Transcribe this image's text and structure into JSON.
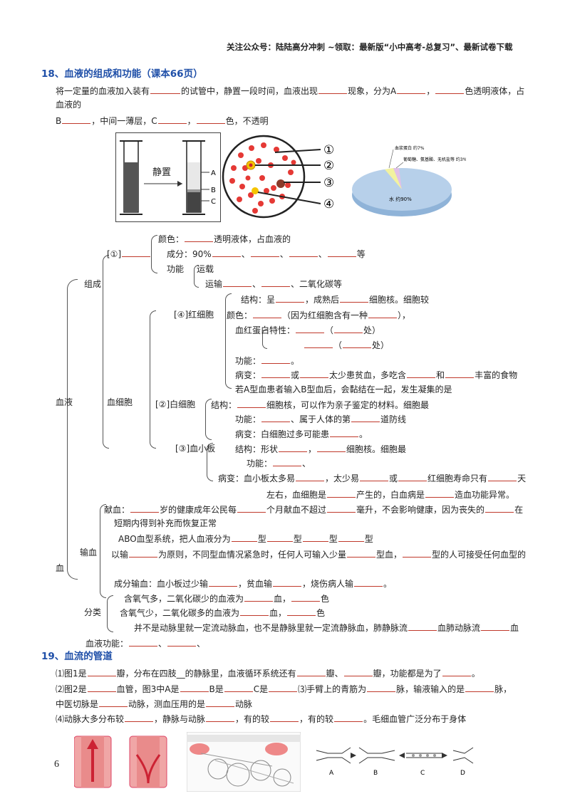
{
  "header": {
    "text": "关注公众号：陆陆高分冲刺 ~领取：最新版“小中高考-总复习”、最新试卷下载"
  },
  "s18": {
    "title": "18、血液的组成和功能（课本66页）",
    "intro1a": "将一定量的血液加入装有",
    "intro1b": "的试管中，静置一段时间，血液出现",
    "intro1c": "现象，分为A",
    "intro1d": "，",
    "intro1e": "色透明液体，占",
    "intro2": "血液的",
    "intro3a": "B",
    "intro3b": "，中间一薄层，C",
    "intro3c": "，",
    "intro3d": "色，不透明"
  },
  "fig1": {
    "label": "静置",
    "a": "A",
    "b": "B",
    "c": "C"
  },
  "fig2": {
    "n1": "①",
    "n2": "②",
    "n3": "③",
    "n4": "④"
  },
  "fig3": {
    "l1": "血浆蛋白 约7%",
    "l2": "葡萄糖、氨基酸、无机盐等 约3%",
    "l3": "水 约90%"
  },
  "tree": {
    "xueye": "血液",
    "zucheng": "组成",
    "xuexibao": "血细胞",
    "shuxue": "输血",
    "fenlei": "分类",
    "xue": "血",
    "p1_label": "[①]",
    "p1_color_a": "颜色：",
    "p1_color_b": "透明液体，占血液的",
    "p1_comp_a": "成分：90%",
    "p1_comp_sep": "、",
    "p1_comp_end": "等",
    "p1_func": "功能",
    "p1_yunzai": "运载",
    "p1_yunshu_a": "运输",
    "p1_yunshu_b": "、二氧化碳等",
    "rbc_struct_a": "结构：呈",
    "rbc_struct_b": "，成熟后",
    "rbc_struct_c": "细胞核。细胞较",
    "rbc_label": "[④]红细胞",
    "rbc_color_a": "颜色：",
    "rbc_color_b": "（因为红细胞含有一种",
    "rbc_color_c": "），",
    "rbc_hb": "血红蛋白特性：",
    "rbc_chu": "处）",
    "rbc_paren": "（",
    "rbc_func_a": "功能：",
    "rbc_func_b": "。",
    "rbc_dis_a": "病变：",
    "rbc_dis_b": "或",
    "rbc_dis_c": "太少患贫血，多吃含",
    "rbc_dis_d": "和",
    "rbc_dis_e": "丰富的食物",
    "rbc_ab": "若A型血患者输入B型血后，会黏结在一起，发生凝集的是",
    "wbc_label": "[②]白细胞",
    "wbc_struct_a": "结构：",
    "wbc_struct_b": "细胞核，可以作为亲子鉴定的材料。细胞最",
    "wbc_func_a": "功能：",
    "wbc_func_b": "、属于人体的第",
    "wbc_func_c": "道防线",
    "wbc_dis_a": "病变：白细胞过多可能患",
    "wbc_dis_b": "。",
    "plt_label": "[③]血小板",
    "plt_struct_a": "结构：形状",
    "plt_struct_b": "，",
    "plt_struct_c": "细胞核。细胞最",
    "plt_func_a": "功能：",
    "plt_func_b": "、",
    "plt_dis_a": "病变：血小板太多易",
    "plt_dis_b": "，太少易",
    "plt_dis_c": "或",
    "plt_dis_d": "红细胞寿命只有",
    "plt_dis_e": "天",
    "plt_dis2_a": "左右，血细胞是",
    "plt_dis2_b": "产生的，白血病是",
    "plt_dis2_c": "造血功能异常。",
    "don_a": "献血：",
    "don_b": "岁的健康成年公民每",
    "don_c": "个月献血不超过",
    "don_d": "毫升，不会影响健康，因为丧失的",
    "don_e": "在",
    "don2": "短期内得到补充而恢复正常",
    "abo": "ABO血型系统，把人血液分为",
    "abo_xing": "型",
    "rule_a": "以输",
    "rule_b": "为原则，不同型血情况紧急时，任何人可输入少量",
    "rule_c": "型血，",
    "rule_d": "型的人可接受任何血型的",
    "comp_a": "成分输血：血小板过少输",
    "comp_b": "，贫血输",
    "comp_c": "，烧伤病人输",
    "comp_d": "。",
    "art_a": "含氧气多，二氧化碳少的血液为",
    "art_b": "血，",
    "art_c": "色",
    "ven_a": "含氧气少，二氧化碳多的血液为",
    "ven_b": "血，",
    "ven_c": "色",
    "note_a": "并不是动脉里就一定流动脉血，也不是静脉里就一定流静脉血，肺静脉流",
    "note_b": "血肺动脉流",
    "note_c": "血",
    "bfunc_a": "血液功能：",
    "bfunc_b": "、",
    "bfunc_c": "、"
  },
  "s19": {
    "title": "19、血流的管道",
    "q1a": "⑴图1是",
    "q1b": "瓣，分布在四肢__的静脉里，血液循环系统还有",
    "q1c": "瓣、",
    "q1d": "瓣，功能都是为了",
    "q1e": "。",
    "q2a": "⑵图2是",
    "q2b": "血管，图3中A是",
    "q2c": "B是",
    "q2d": "C是",
    "q2e": "⑶手臂上的青筋为",
    "q2f": "脉，输液输入的是",
    "q2g": "脉，",
    "q3a": "中医切脉是",
    "q3b": "动脉，测血压用的是",
    "q3c": "动脉",
    "q4a": "⑷动脉大多分布较",
    "q4b": "，静脉与动脉",
    "q4c": "，有的较",
    "q4d": "，有的较",
    "q4e": "。毛细血管广泛分布于身体"
  },
  "footer": {
    "page": "6",
    "A": "A",
    "B": "B",
    "C": "C",
    "D": "D"
  }
}
